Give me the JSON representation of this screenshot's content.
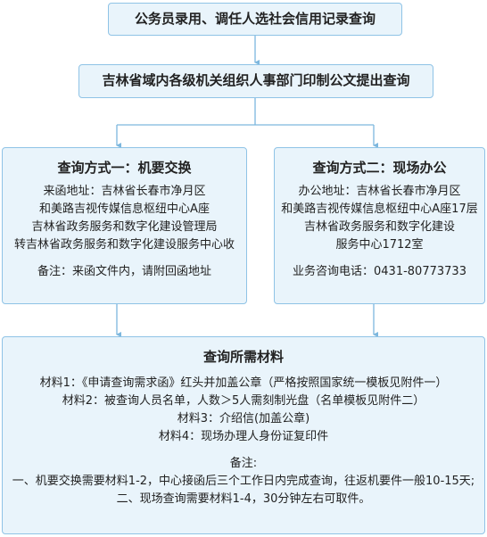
{
  "top_box": {
    "title": "公务员录用、调任人选社会信用记录查询"
  },
  "second_box": {
    "title": "吉林省域内各级机关组织人事部门印制公文提出查询"
  },
  "left_box": {
    "title": "查询方式一：机要交换",
    "address_lines": [
      "来函地址：吉林省长春市净月区",
      "和美路吉视传媒信息枢纽中心A座",
      "吉林省政务服务和数字化建设管理局",
      "转吉林省政务服务和数字化建设服务中心收"
    ],
    "note": "备注：来函文件内，请附回函地址"
  },
  "right_box": {
    "title": "查询方式二：现场办公",
    "address_lines": [
      "办公地址：吉林省长春市净月区",
      "和美路吉视传媒信息枢纽中心A座17层",
      "吉林省政务服务和数字化建设",
      "服务中心1712室"
    ],
    "phone": "业务咨询电话：0431-80773733"
  },
  "bottom_box": {
    "title": "查询所需材料",
    "materials": [
      "材料1：《申请查询需求函》红头并加盖公章（严格按照国家统一模板见附件一）",
      "材料2：被查询人员名单，人数＞5人需刻制光盘（名单模板见附件二）",
      "材料3：介绍信(加盖公章)",
      "材料4：现场办理人身份证复印件"
    ],
    "notes_title": "备注:",
    "notes": [
      "一、机要交换需要材料1-2，中心接函后三个工作日内完成查询，往返机要件一般10-15天;",
      "二、现场查询需要材料1-4，30分钟左右可取件。"
    ]
  },
  "colors": {
    "box_fill": "#e9f4fb",
    "box_border": "#8fc3e6",
    "connector": "#7db7de"
  }
}
